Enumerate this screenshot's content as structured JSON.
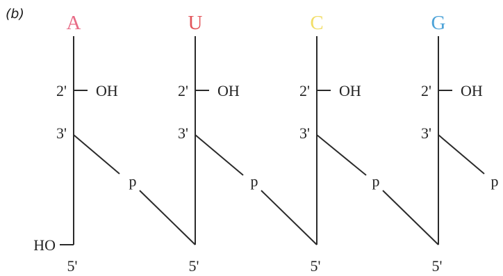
{
  "panel_label": "(b)",
  "nucleotides": [
    {
      "base": "A",
      "base_color": "#e86b86",
      "pos_2": "2'",
      "oh": "OH",
      "pos_3": "3'",
      "pos_5": "5'",
      "phosphate": "p"
    },
    {
      "base": "U",
      "base_color": "#e2545a",
      "pos_2": "2'",
      "oh": "OH",
      "pos_3": "3'",
      "pos_5": "5'",
      "phosphate": "p"
    },
    {
      "base": "C",
      "base_color": "#f2de68",
      "pos_2": "2'",
      "oh": "OH",
      "pos_3": "3'",
      "pos_5": "5'",
      "phosphate": "p"
    },
    {
      "base": "G",
      "base_color": "#4da3d8",
      "pos_2": "2'",
      "oh": "OH",
      "pos_3": "3'",
      "pos_5": "5'",
      "phosphate": "p"
    }
  ],
  "five_prime_end": "HO"
}
